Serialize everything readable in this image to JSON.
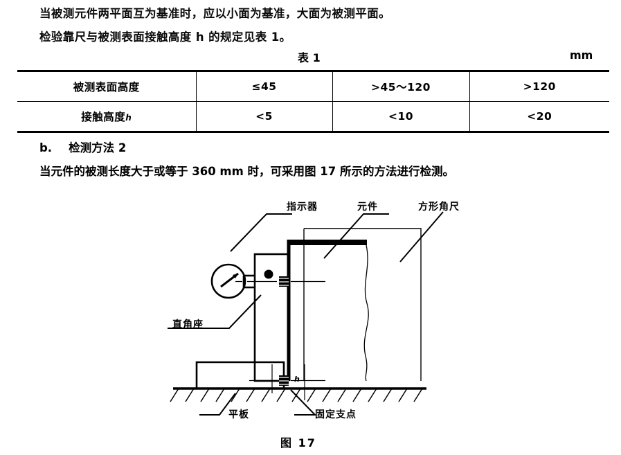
{
  "document": {
    "paragraph_1": "当被测元件两平面互为基准时，应以小面为基准，大面为被测平面。",
    "paragraph_2": "检验靠尺与被测表面接触高度 h 的规定见表 1。"
  },
  "table": {
    "caption": "表 1",
    "unit": "mm",
    "rows": [
      {
        "header": "被测表面高度",
        "cells": [
          "≤45",
          ">45～120",
          ">120"
        ]
      },
      {
        "header": "接触高度",
        "header_sub": "h",
        "cells": [
          "<5",
          "<10",
          "<20"
        ]
      }
    ]
  },
  "section": {
    "marker": "b.",
    "title": "检测方法 2",
    "body": "当元件的被测长度大于或等于 360 mm 时，可采用图 17 所示的方法进行检测。"
  },
  "figure": {
    "caption": "图 17",
    "labels": {
      "indicator": "指示器",
      "component": "元件",
      "square_ruler": "方形角尺",
      "right_angle_seat": "直角座",
      "flat_plate": "平板",
      "fixed_fulcrum": "固定支点",
      "dimension_h": "h"
    }
  },
  "colors": {
    "ink": "#000000",
    "paper": "#ffffff"
  }
}
